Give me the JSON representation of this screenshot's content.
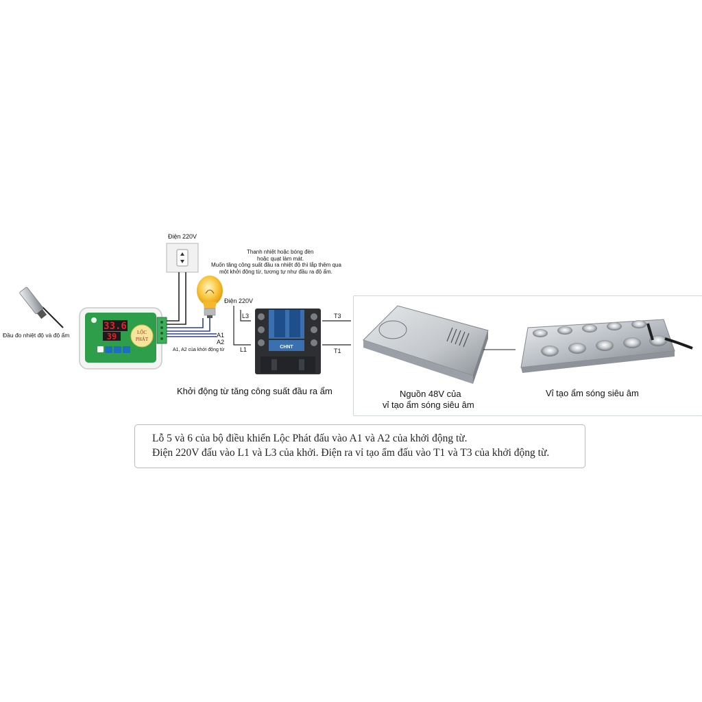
{
  "labels": {
    "sensor": "Đầu đo nhiệt độ và độ ẩm",
    "power_top": "Điện 220V",
    "bulb_note_1": "Thanh nhiệt hoặc bóng đèn",
    "bulb_note_2": "hoặc quạt làm mát.",
    "bulb_note_3": "Muốn tăng công suất đầu ra nhiệt độ thì lắp thêm qua",
    "bulb_note_4": "một khởi động từ, tương tự như đầu ra độ ẩm.",
    "power_contactor": "Điện 220V",
    "a1": "A1",
    "a2": "A2",
    "a1a2_note": "A1, A2 của khởi động từ",
    "l3": "L3",
    "l1": "L1",
    "t3": "T3",
    "t1": "T1",
    "contactor_caption": "Khởi động từ tăng công suất đầu ra ẩm",
    "psu_caption_1": "Nguồn 48V của",
    "psu_caption_2": "vỉ tạo ẩm sóng siêu âm",
    "mister_caption": "Vỉ tạo ẩm sóng siêu âm"
  },
  "controller": {
    "temp_display": "33.6",
    "humidity_display": "39",
    "brand_1": "LỘC",
    "brand_2": "PHÁT"
  },
  "contactor": {
    "brand": "CHNT"
  },
  "note": {
    "line1": "Lỗ 5 và 6 của bộ điều khiển Lộc Phát đấu vào A1 và A2 của khởi động từ.",
    "line2": "Điện 220V đấu vào L1 và L3 của khởi. Điện ra vỉ tạo ẩm đấu vào T1 và T3 của khởi động từ."
  },
  "colors": {
    "wire_blue": "#2b3f9a",
    "display_red": "#e8202a",
    "controller_green": "#2f9e4a",
    "bulb_yellow": "#f6b91b"
  }
}
